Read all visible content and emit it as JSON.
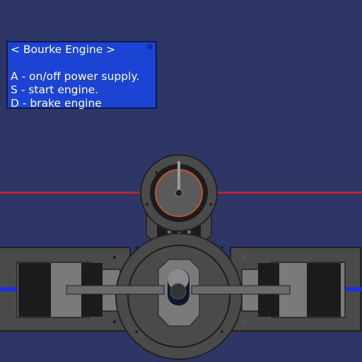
{
  "panel": {
    "title": "< Bourke Engine >",
    "controls": [
      "A - on/off power supply.",
      "S - start engine.",
      "D - brake engine"
    ]
  },
  "colors": {
    "background": "#2d3664",
    "panel": "#1b44d4",
    "power_wire": "#e01515",
    "coolant_pipe": "#1e2ee0",
    "engine_body": "#4a4a4a",
    "flywheel_ring": "#c0542e"
  }
}
